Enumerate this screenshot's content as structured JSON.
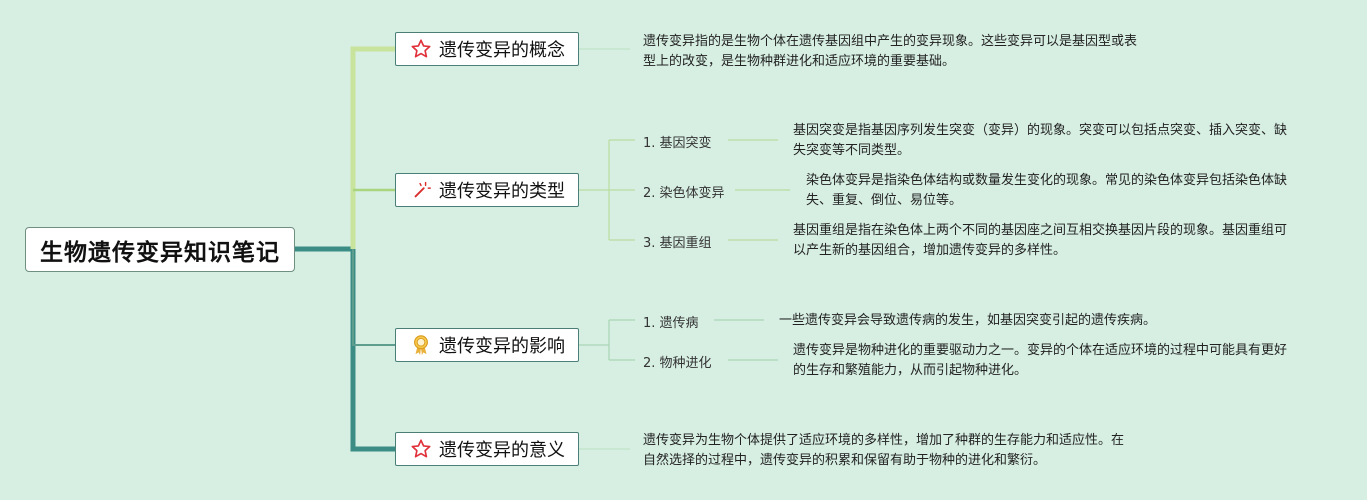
{
  "root": {
    "title": "生物遗传变异知识笔记"
  },
  "branches": [
    {
      "title": "遗传变异的概念",
      "icon": "star-icon",
      "desc": "遗传变异指的是生物个体在遗传基因组中产生的变异现象。这些变异可以是基因型或表型上的改变，是生物种群进化和适应环境的重要基础。"
    },
    {
      "title": "遗传变异的类型",
      "icon": "sparkle-icon",
      "children": [
        {
          "label": "1. 基因突变",
          "desc": "基因突变是指基因序列发生突变（变异）的现象。突变可以包括点突变、插入突变、缺失突变等不同类型。"
        },
        {
          "label": "2. 染色体变异",
          "desc": "染色体变异是指染色体结构或数量发生变化的现象。常见的染色体变异包括染色体缺失、重复、倒位、易位等。"
        },
        {
          "label": "3. 基因重组",
          "desc": "基因重组是指在染色体上两个不同的基因座之间互相交换基因片段的现象。基因重组可以产生新的基因组合，增加遗传变异的多样性。"
        }
      ]
    },
    {
      "title": "遗传变异的影响",
      "icon": "award-ribbon-icon",
      "children": [
        {
          "label": "1. 遗传病",
          "desc": "一些遗传变异会导致遗传病的发生，如基因突变引起的遗传疾病。"
        },
        {
          "label": "2. 物种进化",
          "desc": "遗传变异是物种进化的重要驱动力之一。变异的个体在适应环境的过程中可能具有更好的生存和繁殖能力，从而引起物种进化。"
        }
      ]
    },
    {
      "title": "遗传变异的意义",
      "icon": "star-icon",
      "desc": "遗传变异为生物个体提供了适应环境的多样性，增加了种群的生存能力和适应性。在自然选择的过程中，遗传变异的积累和保留有助于物种的进化和繁衍。"
    }
  ],
  "colors": {
    "background": "#d7efe3",
    "trunk": "#3a8c84",
    "branch_line_light": "#b8dc8f",
    "sub_line": "#a8d4b4",
    "star": "#e0313a"
  }
}
